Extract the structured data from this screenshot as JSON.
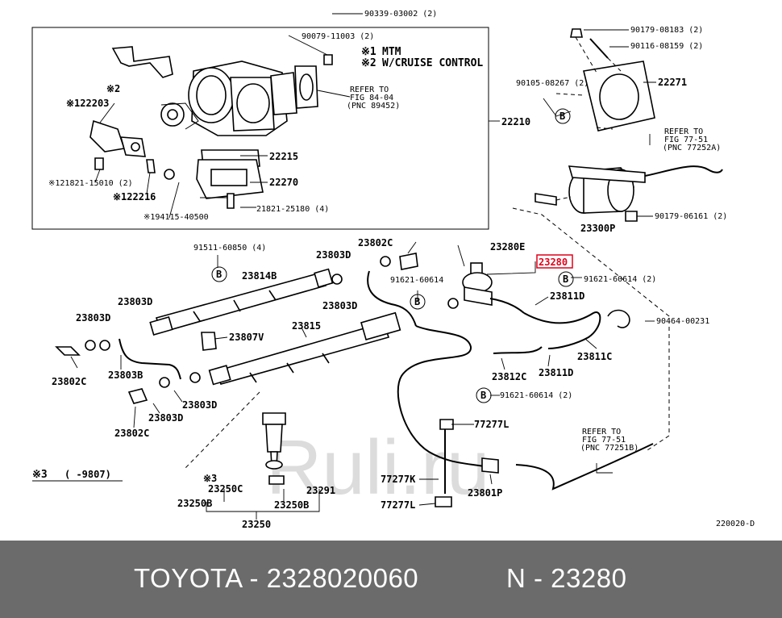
{
  "watermark": "Ruli.ru",
  "diagram_code": "220020-D",
  "footer": {
    "part_line": "TOYOTA - 2328020060",
    "ref_line": "N - 23280"
  },
  "highlight_color": "#e0001a",
  "legend": {
    "note1_mark": "※1",
    "note1_text": "MTM",
    "note2_mark": "※2",
    "note2_text": "W/CRUISE CONTROL",
    "note3_mark": "※3",
    "note3_text": "(    -9807)"
  },
  "refs": {
    "r1_l1": "REFER TO",
    "r1_l2": "FIG 84-04",
    "r1_l3": "(PNC 89452)",
    "r2_l1": "REFER TO",
    "r2_l2": "FIG 77-51",
    "r2_l3": "(PNC 77252A)",
    "r3_l1": "REFER TO",
    "r3_l2": "FIG 77-51",
    "r3_l3": "(PNC 77251B)"
  },
  "bolt_mark": "B",
  "labels": {
    "p90339": "90339-03002 (2)",
    "p90079": "90079-11003 (2)",
    "p22210": "22210",
    "m2_bracket": "※2",
    "p122203": "※122203",
    "p22215": "22215",
    "p22270": "22270",
    "p121821": "※121821-15010 (2)",
    "p122216": "※122216",
    "p194115": "※194115-40500",
    "p21821": "21821-25180 (4)",
    "p90179a": "90179-08183 (2)",
    "p90116": "90116-08159 (2)",
    "p22271": "22271",
    "p90105": "90105-08267 (2)",
    "p23300p": "23300P",
    "p90179b": "90179-06161 (2)",
    "p91511": "91511-60850 (4)",
    "p23814b": "23814B",
    "p23803d_a": "23803D",
    "p23802c_a": "23802C",
    "p23280e": "23280E",
    "p23280": "23280",
    "p91621_a": "91621-60614",
    "p91621_b": "91621-60614 (2)",
    "p23803d_b": "23803D",
    "p23803d_c": "23803D",
    "p23811d_a": "23811D",
    "p90464": "90464-00231",
    "p23803d_d": "23803D",
    "p23807v": "23807V",
    "p23815": "23815",
    "p23811c": "23811C",
    "p23812c": "23812C",
    "p23811d_b": "23811D",
    "p23802c_b": "23802C",
    "p23803b": "23803B",
    "p23803d_e": "23803D",
    "p91621_c": "91621-60614 (2)",
    "p23803d_f": "23803D",
    "p77277l_a": "77277L",
    "p23802c_c": "23802C",
    "m3_item": "※3",
    "p23250c": "23250C",
    "p23291": "23291",
    "p23250b_a": "23250B",
    "p23250b_b": "23250B",
    "p23250": "23250",
    "p77277k": "77277K",
    "p23801p": "23801P",
    "p77277l_b": "77277L"
  }
}
